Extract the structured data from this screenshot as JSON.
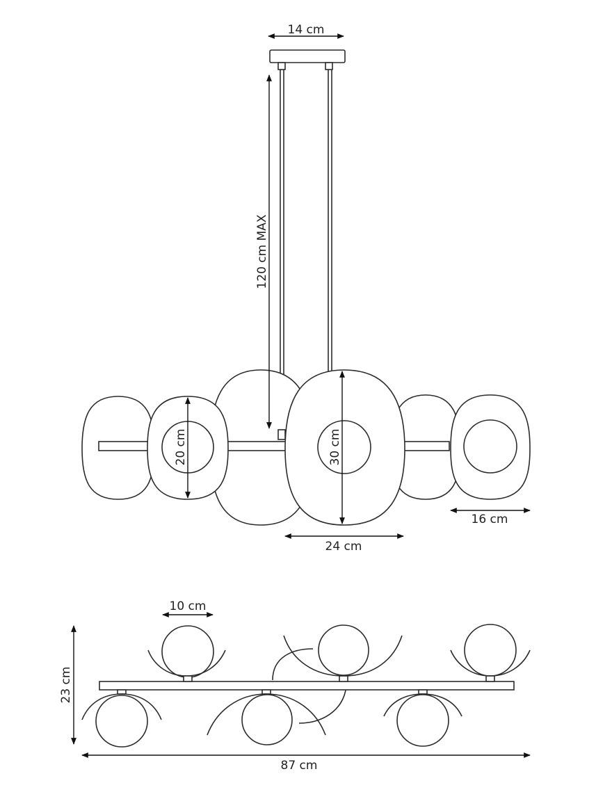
{
  "dimensions": {
    "canopy_width": "14 cm",
    "suspension_length": "120 cm MAX",
    "small_shade_height": "20 cm",
    "large_shade_height": "30 cm",
    "large_shade_width": "24 cm",
    "small_shade_width": "16 cm",
    "globe_diameter": "10 cm",
    "total_height": "23 cm",
    "total_length": "87 cm"
  }
}
